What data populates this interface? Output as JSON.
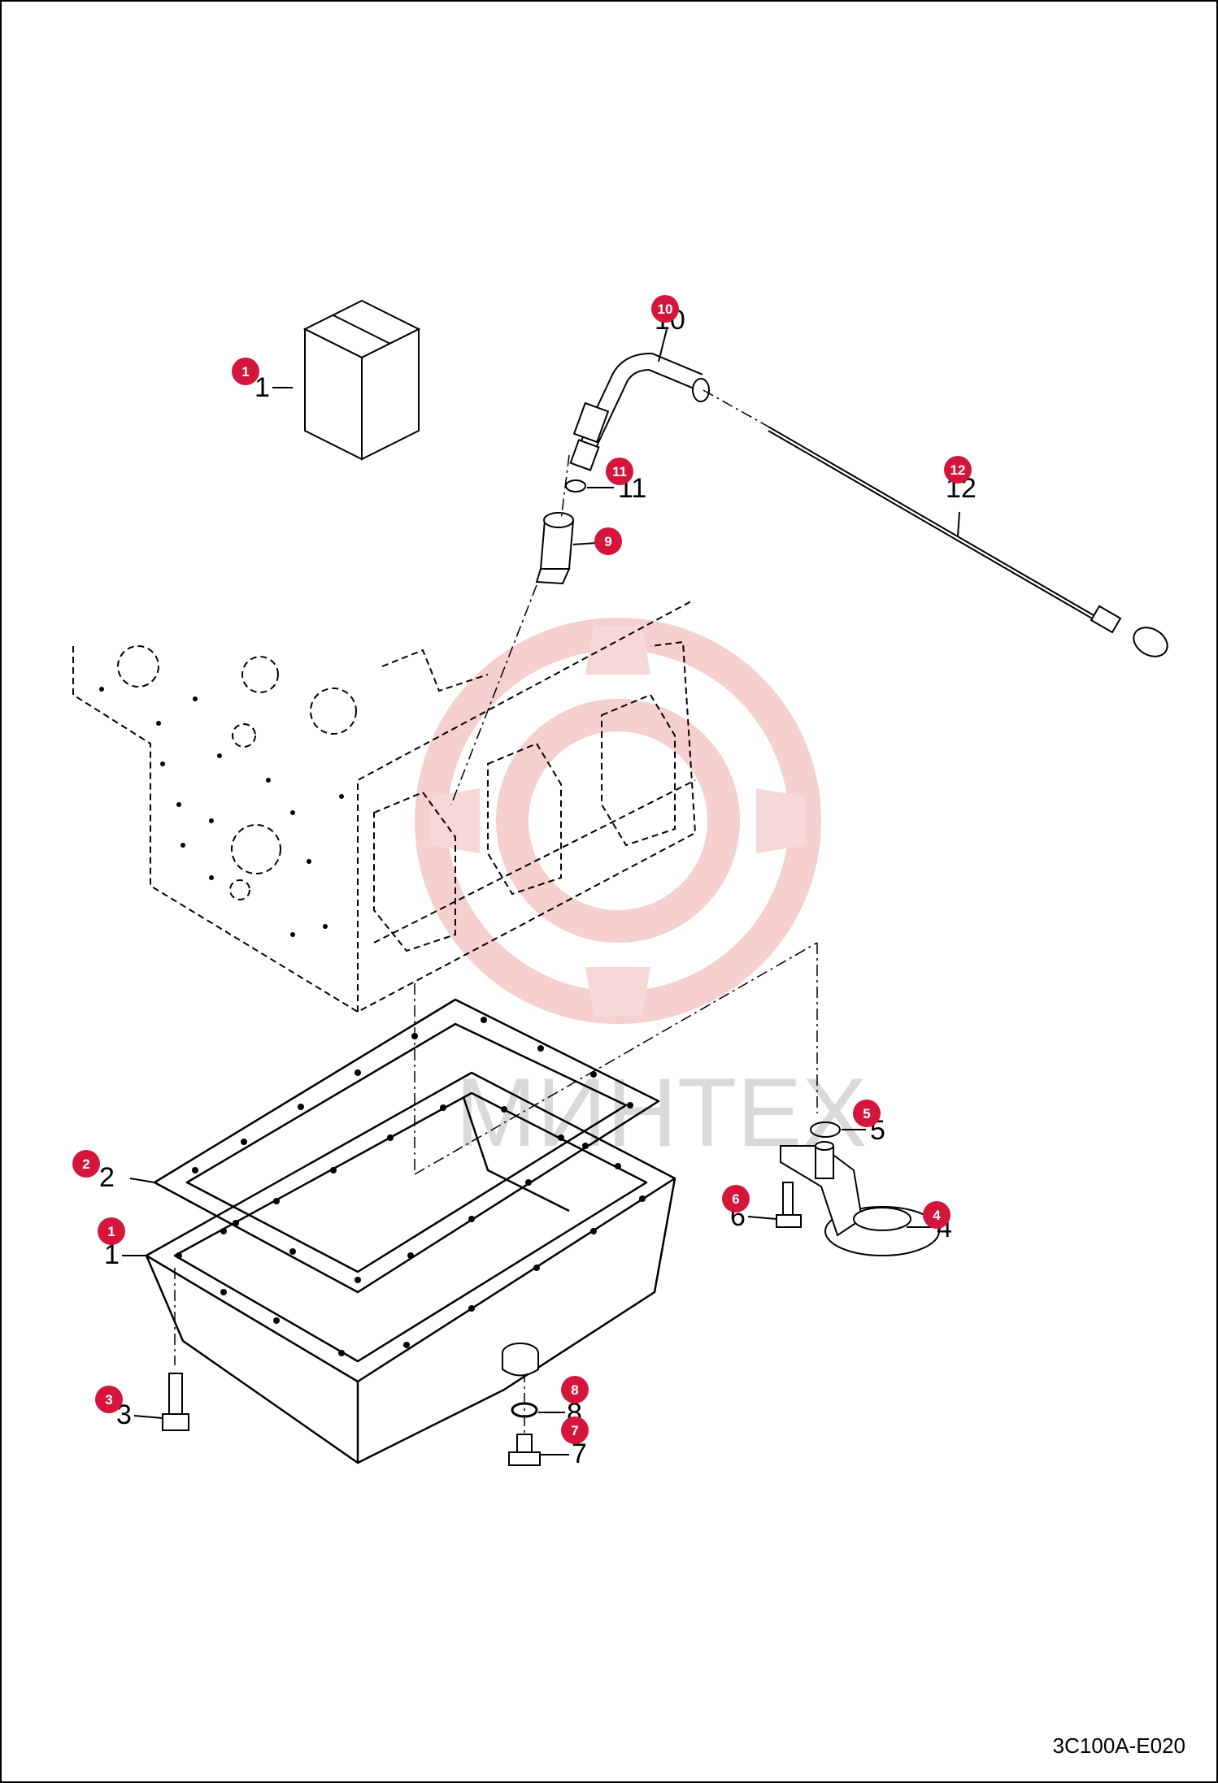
{
  "document_code": "3C100A-E020",
  "watermark_text": "МИНТЕХ",
  "colors": {
    "callout": "#d4163c",
    "line": "#000000",
    "watermark": "#f2b8b8"
  },
  "callouts": [
    {
      "id": "1",
      "label": "1"
    },
    {
      "id": "10",
      "label": "10"
    },
    {
      "id": "11",
      "label": "11"
    },
    {
      "id": "9",
      "label": "9"
    },
    {
      "id": "12",
      "label": "12"
    },
    {
      "id": "5",
      "label": "5"
    },
    {
      "id": "2",
      "label": "2"
    },
    {
      "id": "6",
      "label": "6"
    },
    {
      "id": "4",
      "label": "4"
    },
    {
      "id": "1b",
      "label": "1"
    },
    {
      "id": "8",
      "label": "8"
    },
    {
      "id": "3",
      "label": "3"
    },
    {
      "id": "7",
      "label": "7"
    }
  ],
  "part_numbers": {
    "kit": "1",
    "tube": "10",
    "oring_tube": "11",
    "adapter": "9",
    "dipstick": "12",
    "oring_strainer": "5",
    "gasket": "2",
    "strainer_bolt": "6",
    "strainer": "4",
    "oil_pan": "1",
    "drain_gasket": "8",
    "pan_bolt": "3",
    "drain_plug": "7"
  }
}
